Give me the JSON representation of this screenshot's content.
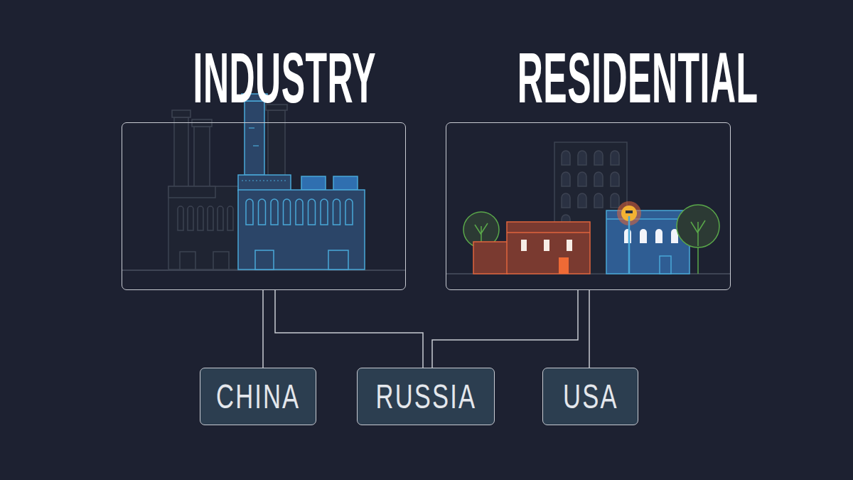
{
  "diagram": {
    "nodes": [
      {
        "text": [
          "INDUSTRY"
        ]
      },
      {
        "text": [
          "RESIDENTIAL"
        ]
      },
      {
        "text": [
          "CHINA"
        ]
      },
      {
        "text": [
          "RUSSIA"
        ]
      },
      {
        "text": [
          "USA"
        ]
      }
    ],
    "edges": [
      {
        "from": 0,
        "to": 2,
        "arrow": "none"
      },
      {
        "from": 0,
        "to": 3,
        "arrow": "none"
      },
      {
        "from": 1,
        "to": 3,
        "arrow": "none"
      },
      {
        "from": 1,
        "to": 4,
        "arrow": "none"
      }
    ]
  }
}
